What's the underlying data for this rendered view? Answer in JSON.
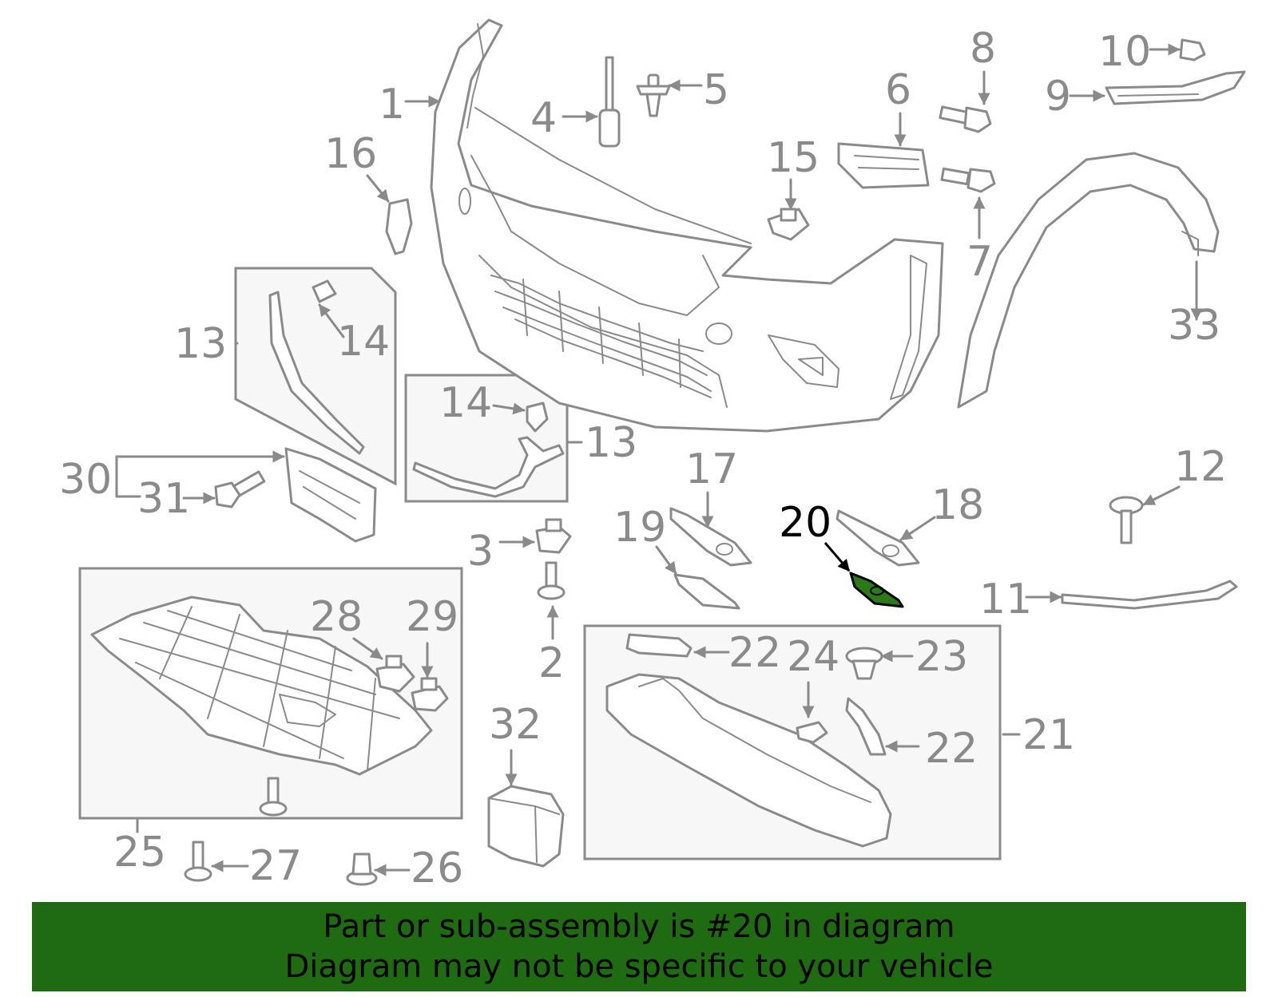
{
  "highlight_color": "#2a7a16",
  "banner_color": "#1f6b12",
  "banner": {
    "line1": "Part or sub-assembly is #20 in diagram",
    "line2": "Diagram may not be specific to your vehicle"
  },
  "highlighted_part": "20",
  "labels": {
    "p1": "1",
    "p2": "2",
    "p3": "3",
    "p4": "4",
    "p5": "5",
    "p6": "6",
    "p7": "7",
    "p8": "8",
    "p9": "9",
    "p10": "10",
    "p11": "11",
    "p12": "12",
    "p13a": "13",
    "p13b": "13",
    "p14a": "14",
    "p14b": "14",
    "p15": "15",
    "p16": "16",
    "p17": "17",
    "p18": "18",
    "p19": "19",
    "p20": "20",
    "p21": "21",
    "p22a": "22",
    "p22b": "22",
    "p23": "23",
    "p24": "24",
    "p25": "25",
    "p26": "26",
    "p27": "27",
    "p28": "28",
    "p29": "29",
    "p30": "30",
    "p31": "31",
    "p32": "32",
    "p33": "33"
  }
}
